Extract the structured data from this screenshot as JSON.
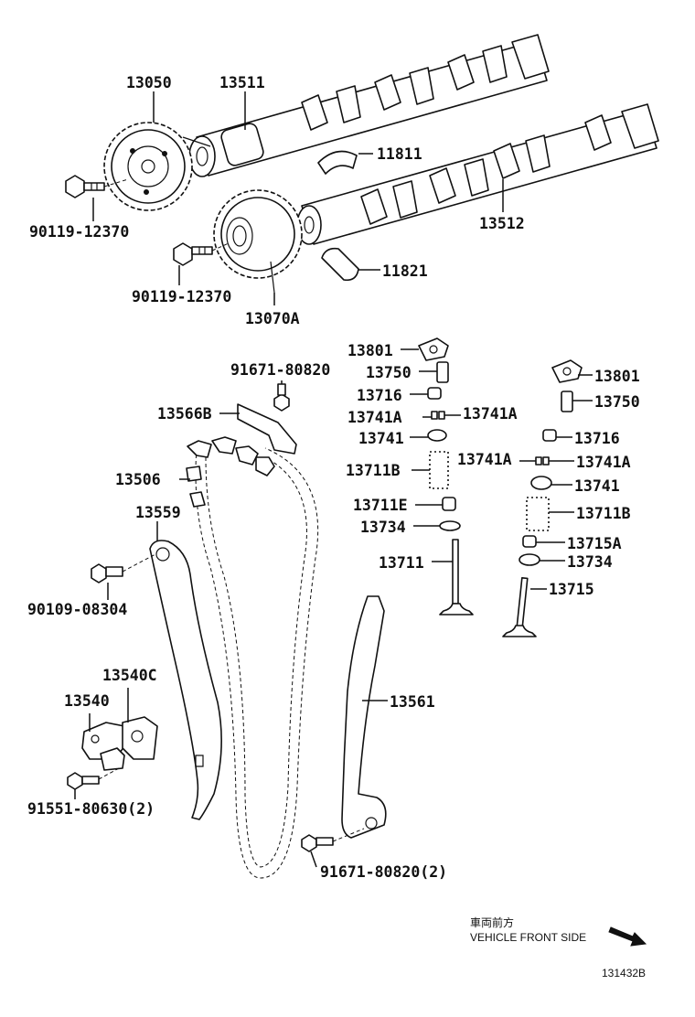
{
  "labels": {
    "p13050": "13050",
    "p13511": "13511",
    "p11811": "11811",
    "p13512": "13512",
    "p90119a": "90119-12370",
    "p90119b": "90119-12370",
    "p11821": "11821",
    "p13070A": "13070A",
    "p13801a": "13801",
    "p13750a": "13750",
    "p91671a": "91671-80820",
    "p13716a": "13716",
    "p13741Aa": "13741A",
    "p13741Ab": "13741A",
    "p13741a": "13741",
    "p13711Ba": "13711B",
    "p13566B": "13566B",
    "p13506": "13506",
    "p13559": "13559",
    "p13711E": "13711E",
    "p13734a": "13734",
    "p13711": "13711",
    "p13801b": "13801",
    "p13750b": "13750",
    "p13716b": "13716",
    "p13741Ac": "13741A",
    "p13741Ad": "13741A",
    "p13741b": "13741",
    "p13711Bb": "13711B",
    "p13715A": "13715A",
    "p13734b": "13734",
    "p13715": "13715",
    "p90109": "90109-08304",
    "p13540C": "13540C",
    "p13540": "13540",
    "p13561": "13561",
    "p91551": "91551-80630(2)",
    "p91671b": "91671-80820(2)"
  },
  "footer": {
    "front_jp": "車両前方",
    "front_en": "VEHICLE FRONT SIDE",
    "code": "131432B"
  }
}
